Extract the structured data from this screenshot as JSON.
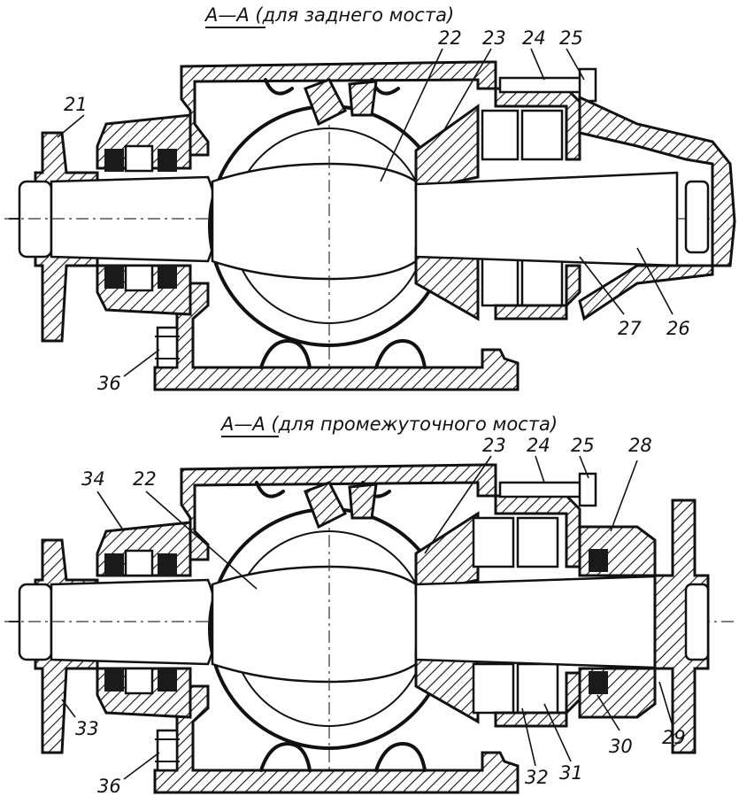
{
  "views": [
    {
      "id": "rear",
      "title": "А—А (для заднего моста)",
      "callouts": [
        "21",
        "22",
        "23",
        "24",
        "25",
        "26",
        "27",
        "36"
      ]
    },
    {
      "id": "intermediate",
      "title": "А—А (для промежуточного моста)",
      "callouts": [
        "22",
        "23",
        "24",
        "25",
        "28",
        "29",
        "30",
        "31",
        "32",
        "33",
        "34",
        "36"
      ]
    }
  ]
}
